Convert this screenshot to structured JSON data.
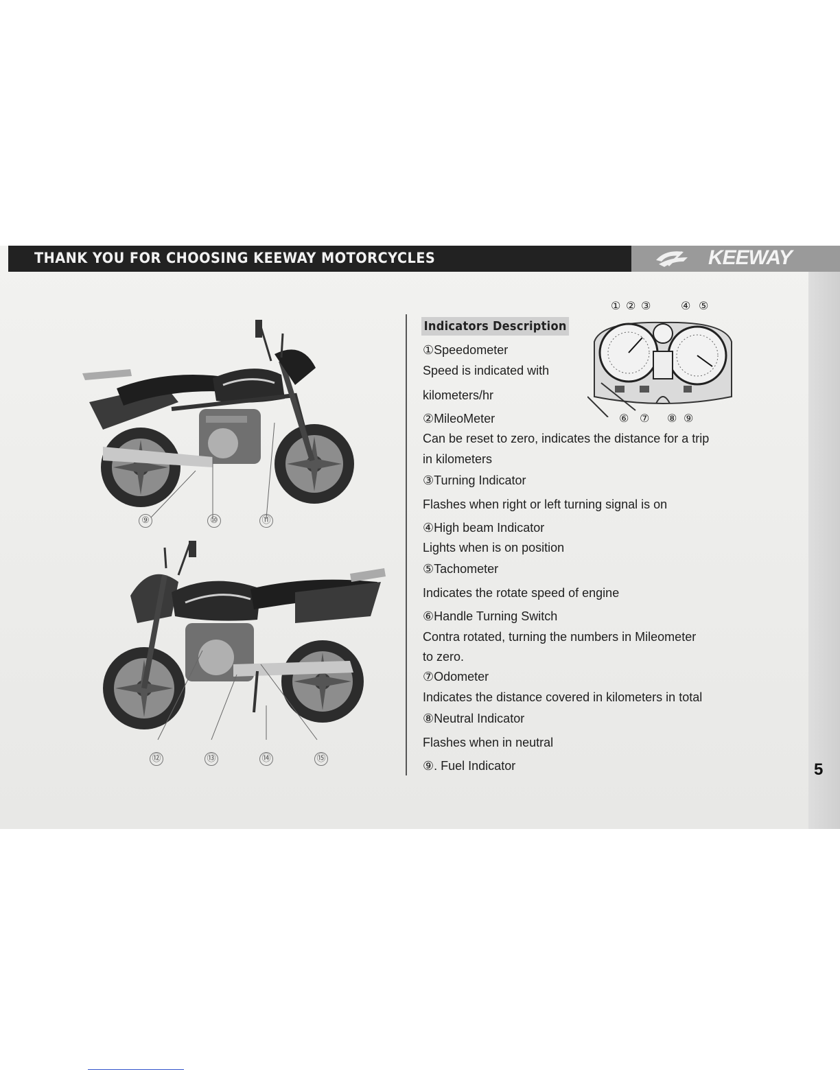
{
  "header": {
    "title": "THANK YOU FOR CHOOSING KEEWAY MOTORCYCLES",
    "brand": "KEEWAY"
  },
  "page_number": "5",
  "motorcycle_top": {
    "callouts": [
      "⑨",
      "⑩",
      "⑪"
    ]
  },
  "motorcycle_bottom": {
    "callouts": [
      "⑫",
      "⑬",
      "⑭",
      "⑮"
    ]
  },
  "dashboard": {
    "top_callouts": [
      "①",
      "②",
      "③",
      "④",
      "⑤"
    ],
    "bottom_callouts": [
      "⑥",
      "⑦",
      "⑧",
      "⑨"
    ]
  },
  "indicators": {
    "title": "Indicators Description",
    "lines": [
      "①Speedometer",
      "Speed is indicated with",
      "kilometers/hr",
      "②MileoMeter",
      "Can be reset to zero, indicates the distance for a trip",
      "in kilometers",
      "③Turning Indicator",
      "Flashes when right or left turning signal is on",
      "④High beam Indicator",
      "Lights when is on position",
      "⑤Tachometer",
      " Indicates the rotate speed of engine",
      "⑥Handle Turning Switch",
      " Contra rotated, turning the numbers in Mileometer",
      "to zero.",
      "⑦Odometer",
      " Indicates the distance covered in kilometers in total",
      "⑧Neutral Indicator",
      "Flashes when in neutral",
      "⑨. Fuel Indicator"
    ]
  },
  "colors": {
    "header_bg": "#222222",
    "logo_panel_bg": "#9a9a9a",
    "page_bg": "#eeeeec",
    "title_highlight": "#cfcfcf",
    "link_underline": "#3355cc"
  }
}
